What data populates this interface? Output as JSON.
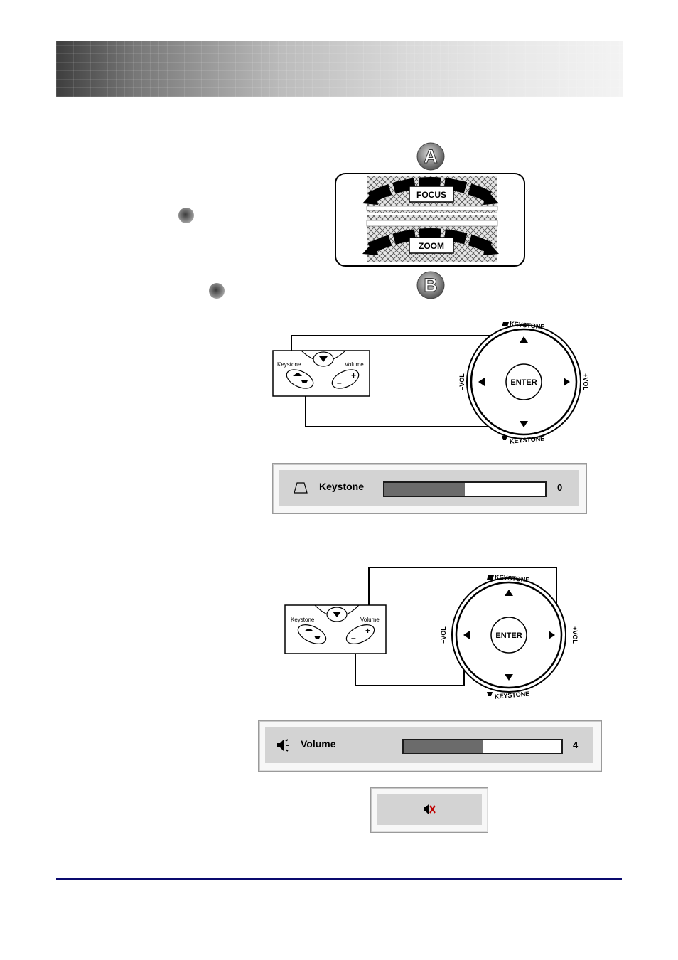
{
  "lens": {
    "marker_a": "A",
    "marker_b": "B",
    "focus_label": "FOCUS",
    "zoom_label": "ZOOM"
  },
  "keystone_diagram": {
    "panel": {
      "keystone_label": "Keystone",
      "volume_label": "Volume",
      "plus": "+",
      "minus": "–"
    },
    "dial": {
      "keystone_top": "KEYSTONE",
      "keystone_bottom": "KEYSTONE",
      "vol_minus": "–VOL",
      "vol_plus": "+VOL",
      "enter": "ENTER"
    }
  },
  "keystone_osd": {
    "label": "Keystone",
    "value": "0",
    "level_percent": 50
  },
  "volume_diagram": {
    "panel": {
      "keystone_label": "Keystone",
      "volume_label": "Volume",
      "plus": "+",
      "minus": "–"
    },
    "dial": {
      "keystone_top": "KEYSTONE",
      "keystone_bottom": "KEYSTONE",
      "vol_minus": "–VOL",
      "vol_plus": "+VOL",
      "enter": "ENTER"
    }
  },
  "volume_osd": {
    "label": "Volume",
    "value": "4",
    "level_percent": 50
  },
  "icons": {
    "keystone": "trapezoid-icon",
    "volume": "speaker-icon",
    "mute": "speaker-muted-icon",
    "bullet": "bullet-icon"
  },
  "colors": {
    "footer_rule": "#0a0a6e",
    "mute_accent": "#c00000"
  }
}
